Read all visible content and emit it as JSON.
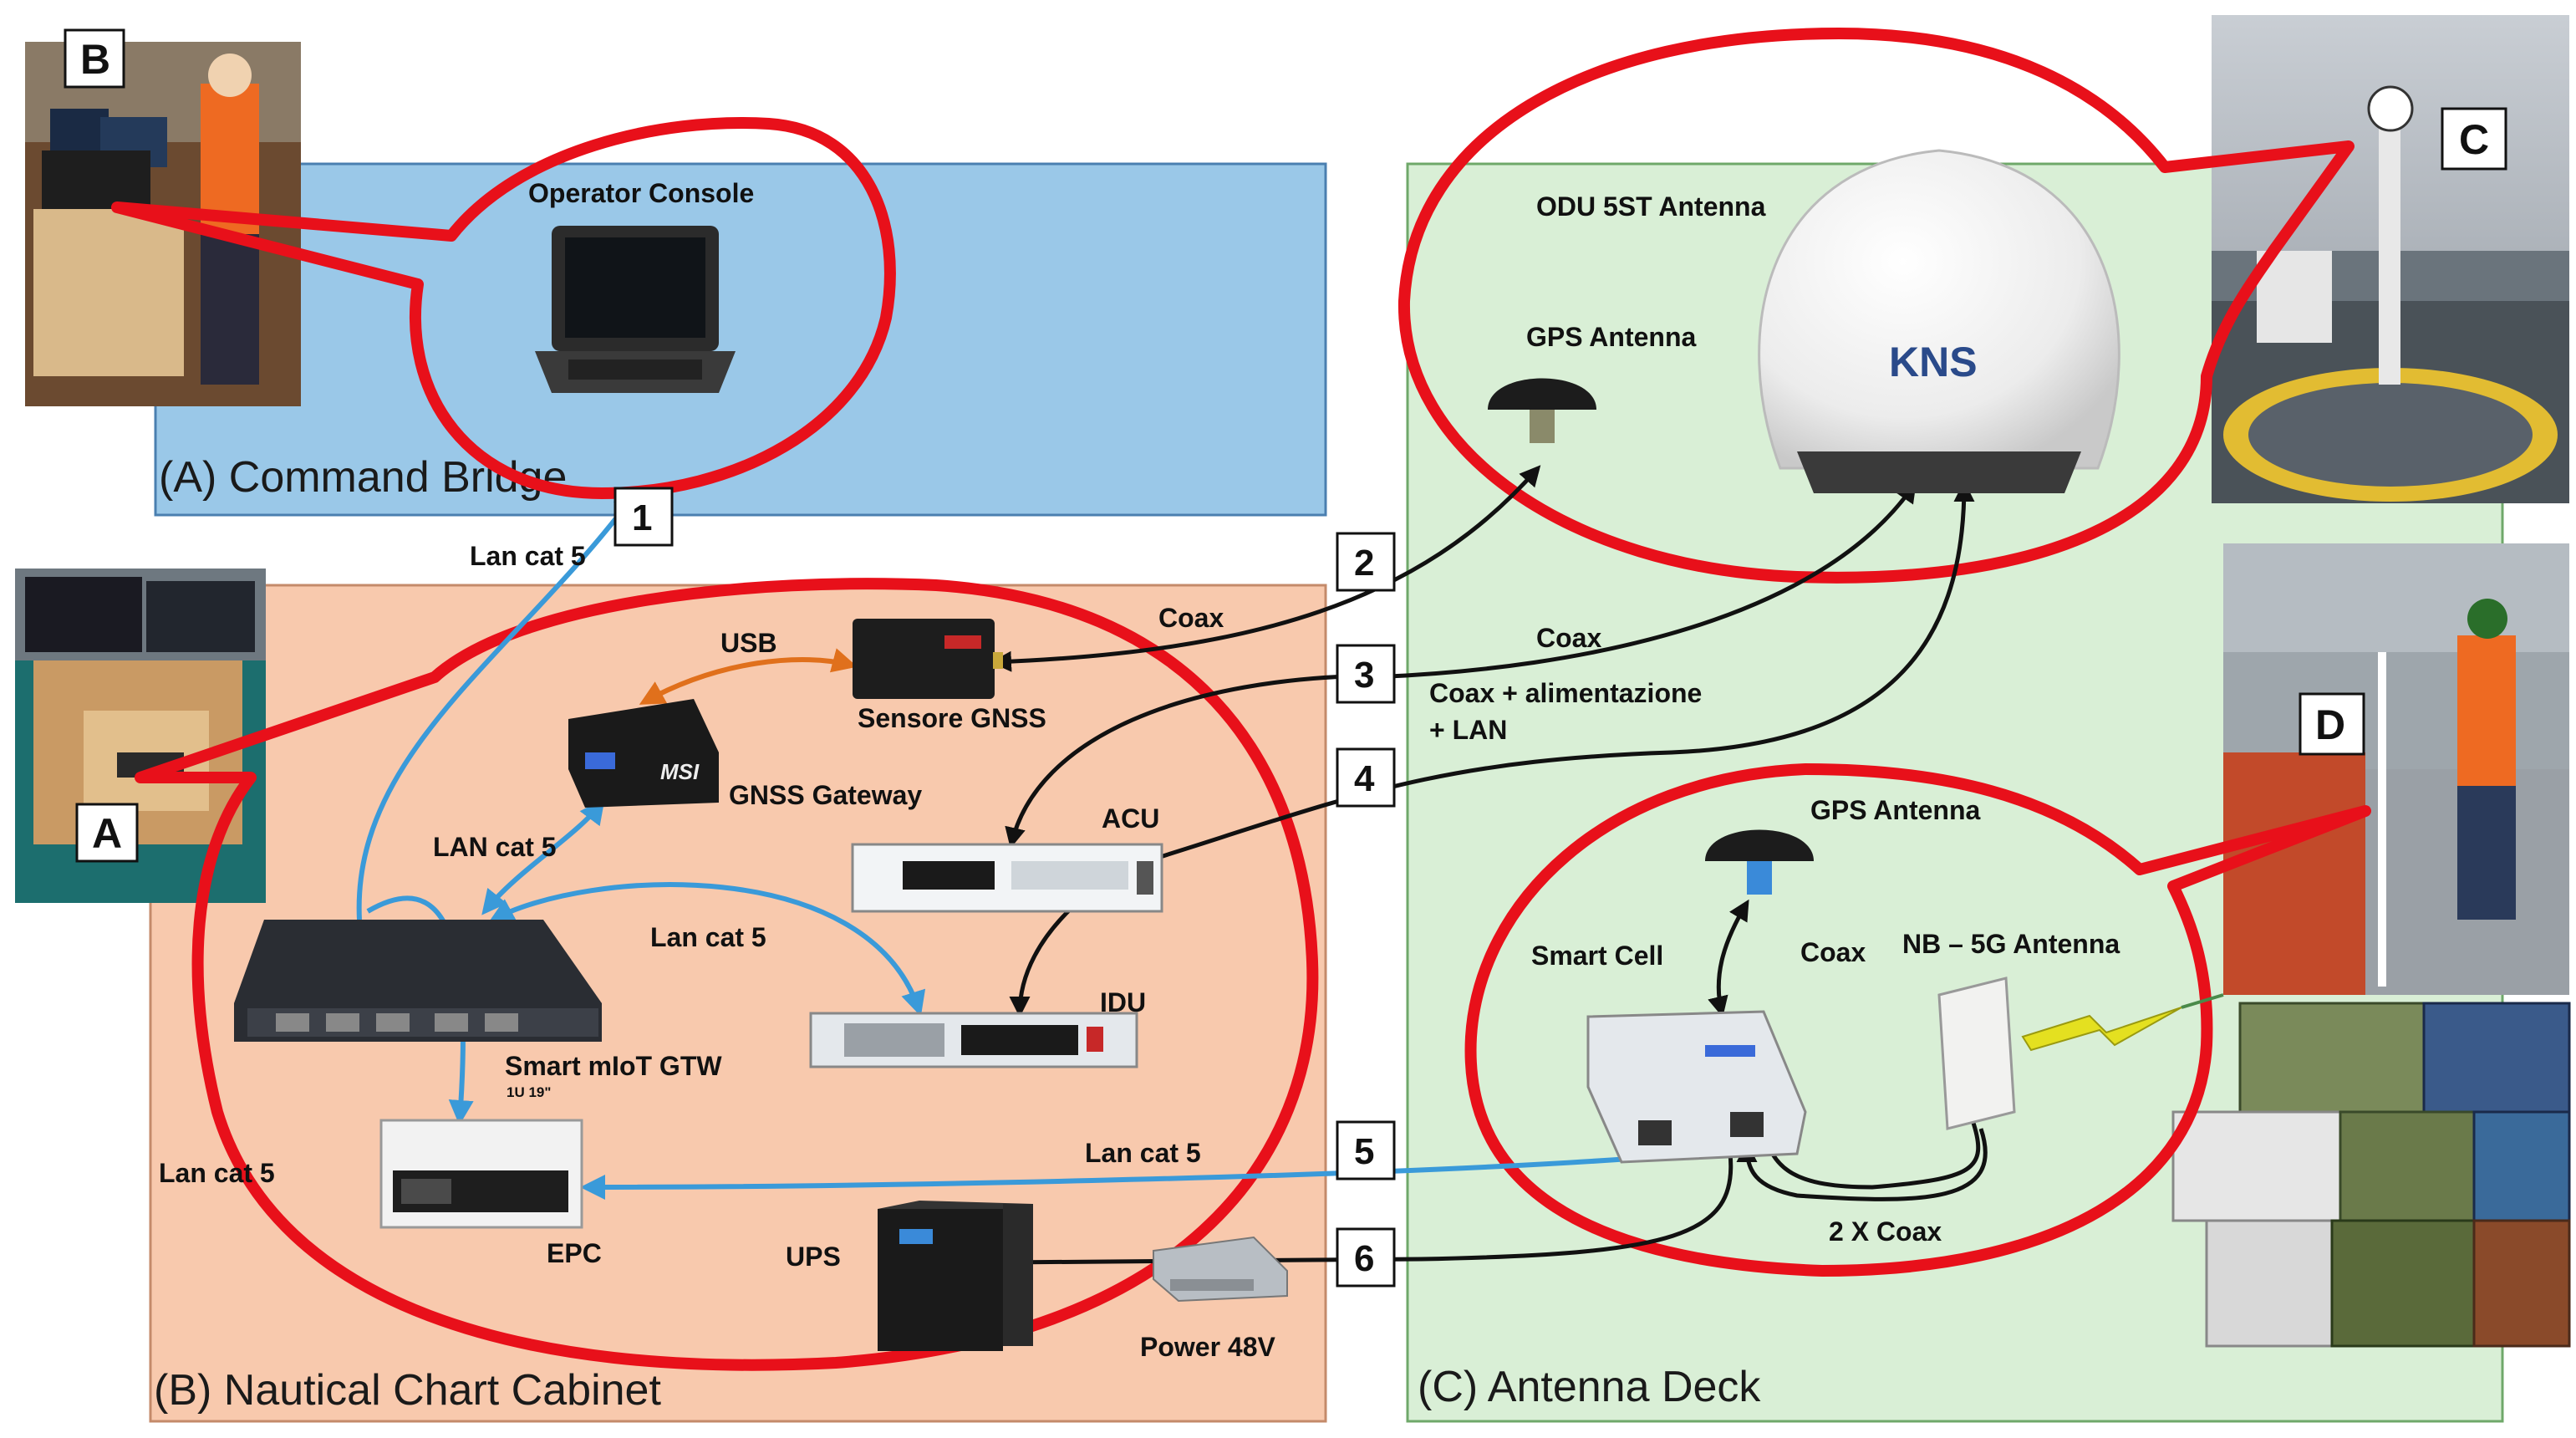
{
  "zones": {
    "command_bridge": "(A) Command Bridge",
    "cabinet": "(B) Nautical Chart Cabinet",
    "antenna_deck": "(C) Antenna Deck"
  },
  "devices": {
    "operator_console": "Operator Console",
    "odu_antenna": "ODU 5ST Antenna",
    "gps_antenna_top": "GPS Antenna",
    "gps_antenna_bottom": "GPS Antenna",
    "kns_logo": "KNS",
    "sensore_gnss": "Sensore GNSS",
    "gnss_gateway": "GNSS Gateway",
    "msi_logo": "MSI",
    "acu": "ACU",
    "idu": "IDU",
    "smart_gtw": "Smart mIoT GTW",
    "smart_gtw_sub": "1U 19\"",
    "epc": "EPC",
    "ups": "UPS",
    "power": "Power 48V",
    "smart_cell": "Smart Cell",
    "nb5g_antenna": "NB – 5G Antenna"
  },
  "links": {
    "lan_cat5_1": "Lan cat 5",
    "usb": "USB",
    "coax_1": "Coax",
    "coax_2": "Coax",
    "coax_alim_line1": "Coax + alimentazione",
    "coax_alim_line2": "+ LAN",
    "lan_cat5_gnss": "LAN cat 5",
    "lan_cat5_idu": "Lan cat 5",
    "lan_cat5_epc": "Lan cat 5",
    "lan_cat5_left": "Lan cat 5",
    "coax_smartcell": "Coax",
    "two_coax": "2 X Coax"
  },
  "markers": [
    "1",
    "2",
    "3",
    "4",
    "5",
    "6"
  ],
  "photo_labels": {
    "a": "A",
    "b": "B",
    "c": "C",
    "d": "D"
  },
  "colors": {
    "bridge_fill": "#9ac8e8",
    "cabinet_fill": "#f8c9ad",
    "deck_fill": "#d9efd6",
    "highlight_ring": "#e8101a",
    "lan_link": "#3a9ad9",
    "usb_link": "#e0701c",
    "coax_link": "#111111"
  }
}
